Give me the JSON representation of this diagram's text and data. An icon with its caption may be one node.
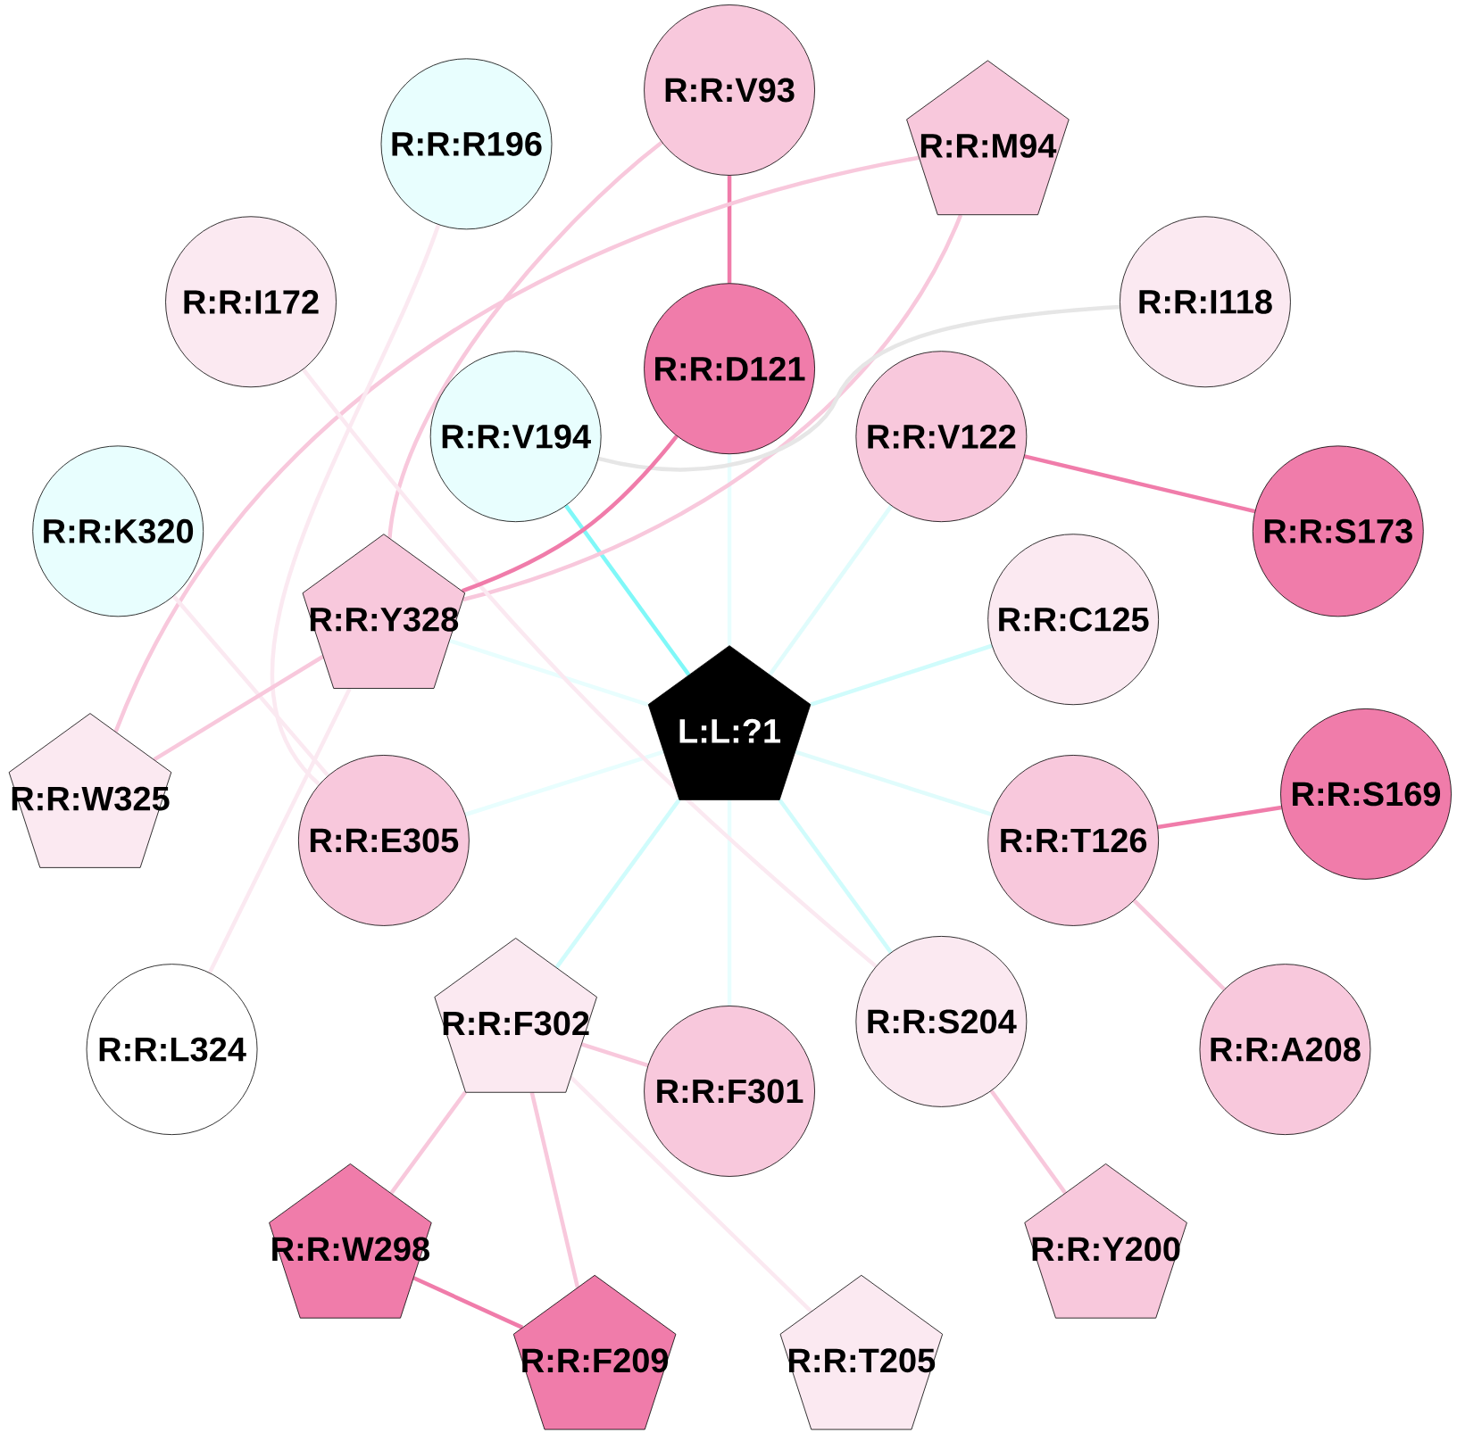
{
  "diagram": {
    "nodes": [
      {
        "text": [
          "R:R:V93"
        ]
      },
      {
        "text": [
          "R:R:M94"
        ]
      },
      {
        "text": [
          "R:R:R196"
        ]
      },
      {
        "text": [
          "R:R:I172"
        ]
      },
      {
        "text": [
          "R:R:I118"
        ]
      },
      {
        "text": [
          "R:R:D121"
        ]
      },
      {
        "text": [
          "R:R:V194"
        ]
      },
      {
        "text": [
          "R:R:V122"
        ]
      },
      {
        "text": [
          "R:R:K320"
        ]
      },
      {
        "text": [
          "R:R:S173"
        ]
      },
      {
        "text": [
          "R:R:Y328"
        ]
      },
      {
        "text": [
          "R:R:C125"
        ]
      },
      {
        "text": [
          "L:L:?1"
        ]
      },
      {
        "text": [
          "R:R:W325"
        ]
      },
      {
        "text": [
          "R:R:S169"
        ]
      },
      {
        "text": [
          "R:R:E305"
        ]
      },
      {
        "text": [
          "R:R:T126"
        ]
      },
      {
        "text": [
          "R:R:L324"
        ]
      },
      {
        "text": [
          "R:R:F302"
        ]
      },
      {
        "text": [
          "R:R:S204"
        ]
      },
      {
        "text": [
          "R:R:F301"
        ]
      },
      {
        "text": [
          "R:R:A208"
        ]
      },
      {
        "text": [
          "R:R:W298"
        ]
      },
      {
        "text": [
          "R:R:Y200"
        ]
      },
      {
        "text": [
          "R:R:F209"
        ]
      },
      {
        "text": [
          "R:R:T205"
        ]
      }
    ],
    "edges": [
      {
        "from": 12,
        "to": 6,
        "arrow": "none",
        "color": "#80f8f8"
      },
      {
        "from": 12,
        "to": 5,
        "arrow": "none",
        "color": "#e8fefe"
      },
      {
        "from": 12,
        "to": 7,
        "arrow": "none",
        "color": "#e0fcfc"
      },
      {
        "from": 12,
        "to": 11,
        "arrow": "none",
        "color": "#d0fcfc"
      },
      {
        "from": 12,
        "to": 16,
        "arrow": "none",
        "color": "#e0fcfc"
      },
      {
        "from": 12,
        "to": 19,
        "arrow": "none",
        "color": "#d0fcfc"
      },
      {
        "from": 12,
        "to": 20,
        "arrow": "none",
        "color": "#e8fefe"
      },
      {
        "from": 12,
        "to": 18,
        "arrow": "none",
        "color": "#d0fcfc"
      },
      {
        "from": 12,
        "to": 15,
        "arrow": "none",
        "color": "#e8fefe"
      },
      {
        "from": 12,
        "to": 10,
        "arrow": "none",
        "color": "#e8fefe"
      },
      {
        "from": 0,
        "to": 5,
        "arrow": "none",
        "color": "#f07caa"
      },
      {
        "from": 0,
        "to": 10,
        "arrow": "none",
        "color": "#f8c8dc"
      },
      {
        "from": 1,
        "to": 13,
        "arrow": "none",
        "color": "#f8c8dc"
      },
      {
        "from": 1,
        "to": 10,
        "arrow": "none",
        "color": "#f8c8dc"
      },
      {
        "from": 2,
        "to": 15,
        "arrow": "none",
        "color": "#fbe9f1"
      },
      {
        "from": 3,
        "to": 19,
        "arrow": "none",
        "color": "#fbe9f1"
      },
      {
        "from": 4,
        "to": 6,
        "arrow": "none",
        "color": "#e6e6e6"
      },
      {
        "from": 5,
        "to": 10,
        "arrow": "none",
        "color": "#f07caa"
      },
      {
        "from": 7,
        "to": 9,
        "arrow": "none",
        "color": "#f07caa"
      },
      {
        "from": 8,
        "to": 15,
        "arrow": "none",
        "color": "#fbe9f1"
      },
      {
        "from": 10,
        "to": 13,
        "arrow": "none",
        "color": "#f8c8dc"
      },
      {
        "from": 10,
        "to": 17,
        "arrow": "none",
        "color": "#fbe9f1"
      },
      {
        "from": 16,
        "to": 14,
        "arrow": "none",
        "color": "#f07caa"
      },
      {
        "from": 16,
        "to": 21,
        "arrow": "none",
        "color": "#f8c8dc"
      },
      {
        "from": 18,
        "to": 20,
        "arrow": "none",
        "color": "#f8c8dc"
      },
      {
        "from": 18,
        "to": 22,
        "arrow": "none",
        "color": "#f8c8dc"
      },
      {
        "from": 18,
        "to": 24,
        "arrow": "none",
        "color": "#f8c8dc"
      },
      {
        "from": 18,
        "to": 25,
        "arrow": "none",
        "color": "#fbe9f1"
      },
      {
        "from": 19,
        "to": 23,
        "arrow": "none",
        "color": "#f8c8dc"
      },
      {
        "from": 22,
        "to": 24,
        "arrow": "none",
        "color": "#f07caa"
      }
    ]
  }
}
